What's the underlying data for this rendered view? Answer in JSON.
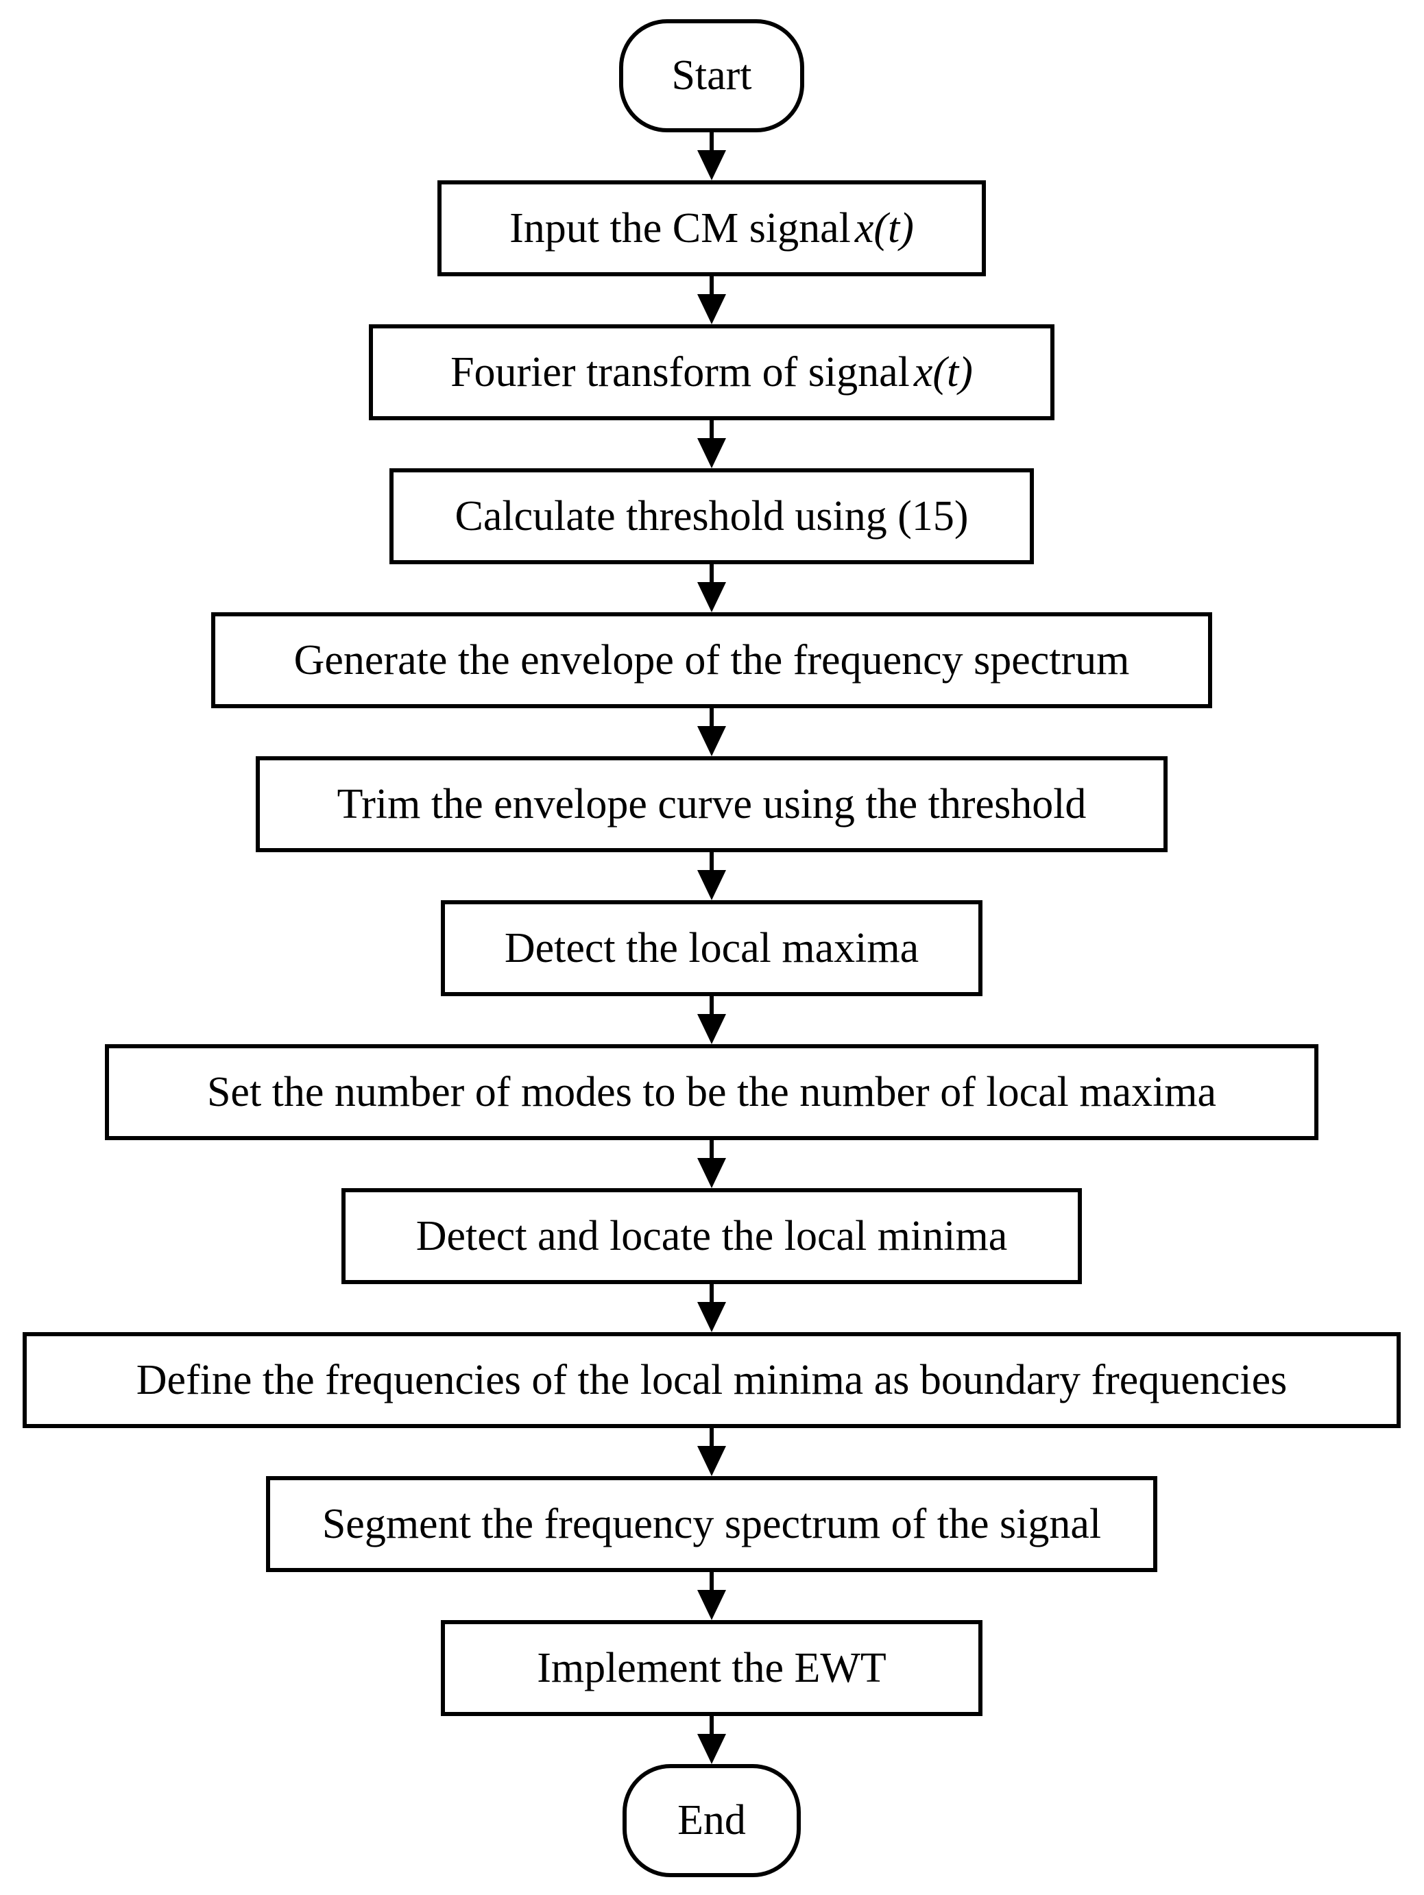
{
  "diagram": {
    "type": "flowchart",
    "direction": "top-to-bottom",
    "colors": {
      "stroke": "#000000",
      "fill": "#ffffff",
      "text": "#000000"
    },
    "nodes": [
      {
        "id": "start",
        "shape": "terminator",
        "label": "Start"
      },
      {
        "id": "input-cm-signal",
        "shape": "process",
        "label": "Input the CM signal",
        "math": "x(t)"
      },
      {
        "id": "fourier-transform",
        "shape": "process",
        "label": "Fourier transform of signal",
        "math": "x(t)"
      },
      {
        "id": "calculate-threshold",
        "shape": "process",
        "label": "Calculate threshold using (15)"
      },
      {
        "id": "generate-envelope",
        "shape": "process",
        "label": "Generate the envelope of the frequency spectrum"
      },
      {
        "id": "trim-envelope",
        "shape": "process",
        "label": "Trim the envelope curve using the threshold"
      },
      {
        "id": "detect-maxima",
        "shape": "process",
        "label": "Detect the local maxima"
      },
      {
        "id": "set-modes",
        "shape": "process",
        "label": "Set the number of modes to be the number of local maxima"
      },
      {
        "id": "detect-minima",
        "shape": "process",
        "label": "Detect and locate the local minima"
      },
      {
        "id": "define-boundaries",
        "shape": "process",
        "label": "Define the frequencies of the local minima as boundary frequencies"
      },
      {
        "id": "segment-spectrum",
        "shape": "process",
        "label": "Segment the frequency spectrum of the signal"
      },
      {
        "id": "implement-ewt",
        "shape": "process",
        "label": "Implement the EWT"
      },
      {
        "id": "end",
        "shape": "terminator",
        "label": "End"
      }
    ],
    "edges": [
      {
        "from": "start",
        "to": "input-cm-signal"
      },
      {
        "from": "input-cm-signal",
        "to": "fourier-transform"
      },
      {
        "from": "fourier-transform",
        "to": "calculate-threshold"
      },
      {
        "from": "calculate-threshold",
        "to": "generate-envelope"
      },
      {
        "from": "generate-envelope",
        "to": "trim-envelope"
      },
      {
        "from": "trim-envelope",
        "to": "detect-maxima"
      },
      {
        "from": "detect-maxima",
        "to": "set-modes"
      },
      {
        "from": "set-modes",
        "to": "detect-minima"
      },
      {
        "from": "detect-minima",
        "to": "define-boundaries"
      },
      {
        "from": "define-boundaries",
        "to": "segment-spectrum"
      },
      {
        "from": "segment-spectrum",
        "to": "implement-ewt"
      },
      {
        "from": "implement-ewt",
        "to": "end"
      }
    ]
  }
}
